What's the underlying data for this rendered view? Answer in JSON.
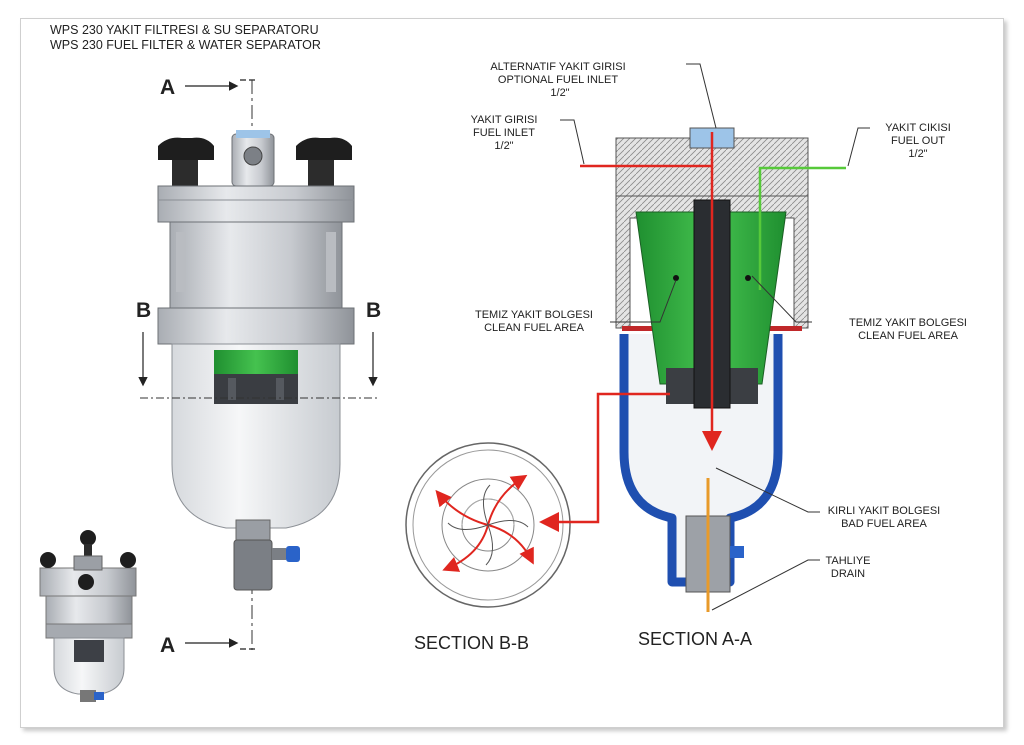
{
  "title": {
    "line1": "WPS 230 YAKIT FILTRESI & SU SEPARATORU",
    "line2": "WPS 230 FUEL FILTER & WATER SEPARATOR"
  },
  "section_markers": {
    "a_top": "A",
    "a_bottom": "A",
    "b_left": "B",
    "b_right": "B"
  },
  "labels": {
    "optional_inlet": [
      "ALTERNATIF YAKIT GIRISI",
      "OPTIONAL FUEL INLET",
      "1/2\""
    ],
    "fuel_inlet": [
      "YAKIT GIRISI",
      "FUEL INLET",
      "1/2\""
    ],
    "fuel_out": [
      "YAKIT CIKISI",
      "FUEL OUT",
      "1/2\""
    ],
    "clean_left": [
      "TEMIZ YAKIT BOLGESI",
      "CLEAN FUEL AREA"
    ],
    "clean_right": [
      "TEMIZ YAKIT BOLGESI",
      "CLEAN FUEL AREA"
    ],
    "bad_fuel": [
      "KIRLI YAKIT BOLGESI",
      "BAD FUEL AREA"
    ],
    "drain": [
      "TAHLIYE",
      "DRAIN"
    ]
  },
  "section_titles": {
    "bb": "SECTION B-B",
    "aa": "SECTION A-A"
  },
  "colors": {
    "fuel_in": "#e0261f",
    "fuel_out": "#57c93a",
    "element": "#2fae3e",
    "bowl": "#1f4fb0",
    "drain": "#e89a2a",
    "housing": "#c9ccd0"
  }
}
